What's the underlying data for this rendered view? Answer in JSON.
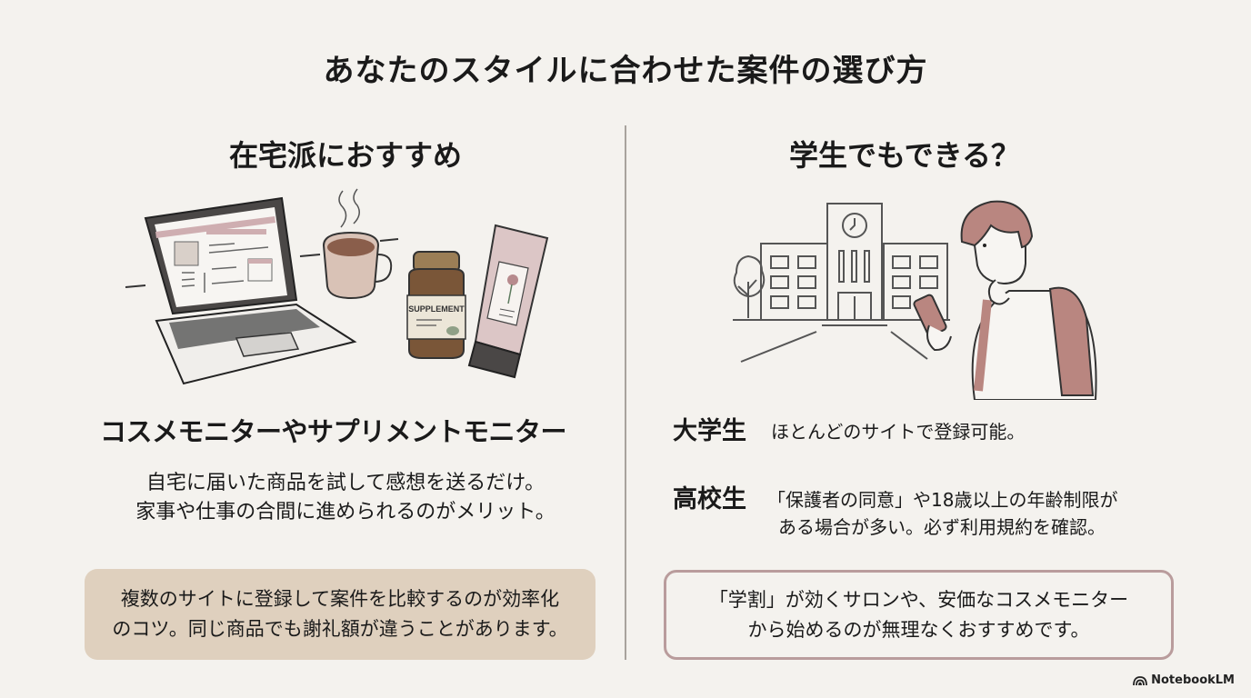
{
  "title": "あなたのスタイルに合わせた案件の選び方",
  "left": {
    "heading": "在宅派におすすめ",
    "illustration": {
      "items": [
        "laptop-icon",
        "coffee-cup-icon",
        "supplement-bottle-icon",
        "cosmetic-tube-icon"
      ],
      "bottle_label": "SUPPLEMENT"
    },
    "highlight_title": {
      "part1": "コスメモニター",
      "joiner": "や",
      "part2": "サプリメントモニター"
    },
    "description": [
      "自宅に届いた商品を試して感想を送るだけ。",
      "家事や仕事の合間に進められるのがメリット。"
    ],
    "callout": [
      "複数のサイトに登録して案件を比較するのが効率化",
      "のコツ。同じ商品でも謝礼額が違うことがあります。"
    ]
  },
  "right": {
    "heading": "学生でもできる？",
    "illustration": {
      "items": [
        "school-building-icon",
        "tree-icon",
        "student-with-phone-icon"
      ]
    },
    "students": [
      {
        "label": "大学生",
        "lines": [
          "ほとんどのサイトで登録可能。"
        ]
      },
      {
        "label": "高校生",
        "lines": [
          "「保護者の同意」や18歳以上の年齢制限が",
          "ある場合が多い。必ず利用規約を確認。"
        ]
      }
    ],
    "callout": [
      "「学割」が効くサロンや、安価なコスメモニター",
      "から始めるのが無理なくおすすめです。"
    ]
  },
  "brand": {
    "name": "NotebookLM",
    "icon": "notebooklm-logo-icon"
  },
  "colors": {
    "background": "#f4f2ee",
    "highlight": "#c99a99",
    "callout_left_bg": "#dfd0be",
    "callout_right_border": "#b99c9c",
    "divider": "#a8a39d",
    "accent_rose": "#b98680"
  }
}
